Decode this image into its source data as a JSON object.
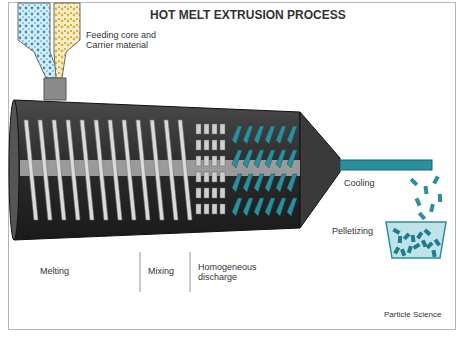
{
  "diagram": {
    "title": "HOT MELT EXTRUSION PROCESS",
    "labels": [
      "Feeding core and Carrier material",
      "Melting",
      "Mixing",
      "Homogeneous discharge",
      "Cooling",
      "Pelletizing",
      "Particle Science"
    ]
  }
}
